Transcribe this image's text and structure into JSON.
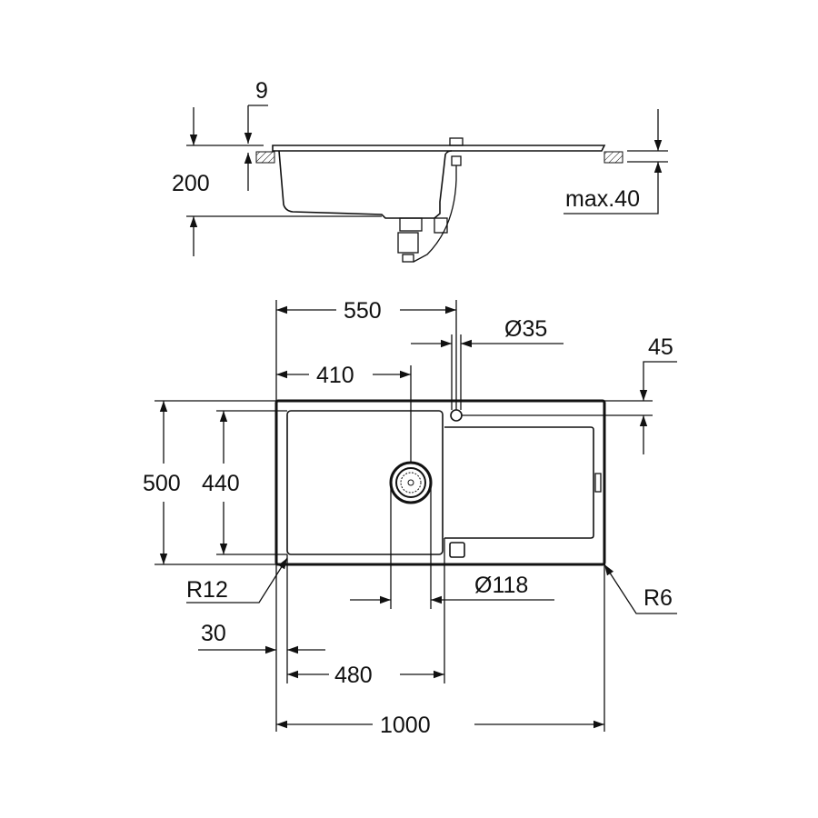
{
  "title": "Sink technical drawing",
  "side_view": {
    "dim_lip": "9",
    "dim_depth": "200",
    "dim_worktop": "max.40"
  },
  "top_view": {
    "dim_tap_offset": "550",
    "dim_tap_hole": "Ø35",
    "dim_tap_edge": "45",
    "dim_drain_offset": "410",
    "dim_width": "500",
    "dim_bowl_width": "440",
    "dim_radius_bowl": "R12",
    "dim_radius_outer": "R6",
    "dim_drain": "Ø118",
    "dim_bowl_edge": "30",
    "dim_bowl_length": "480",
    "dim_length": "1000"
  }
}
